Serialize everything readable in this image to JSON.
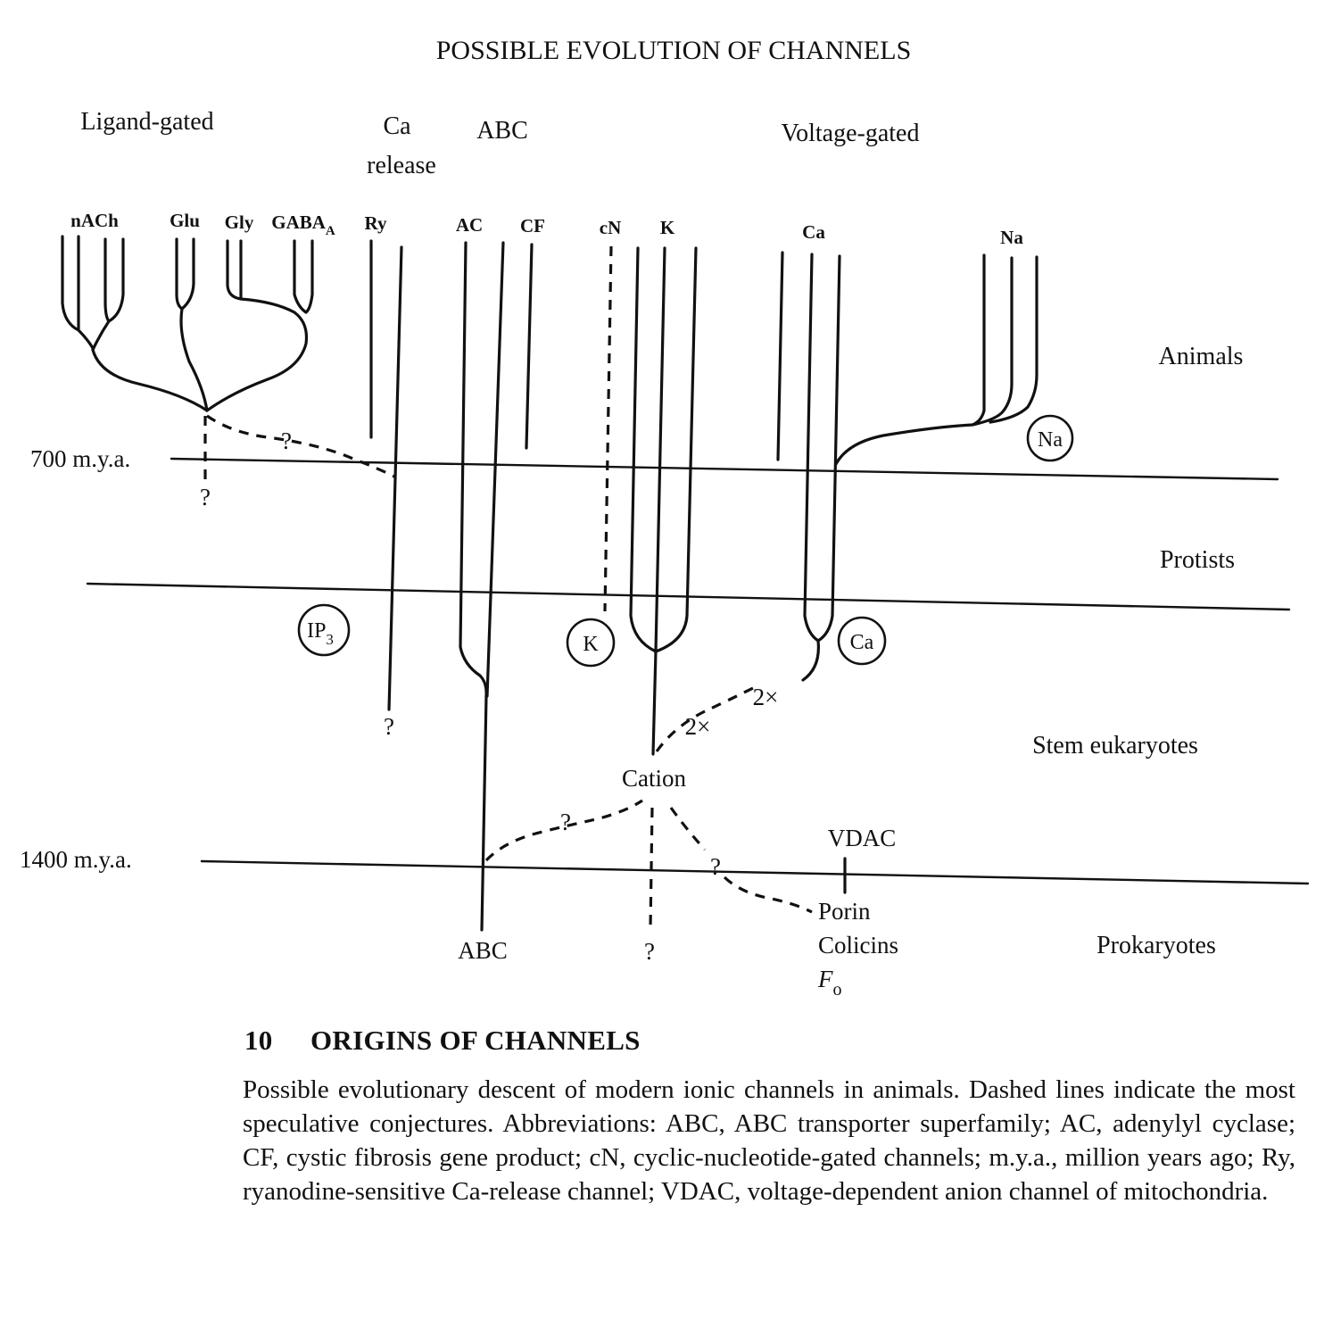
{
  "title": "POSSIBLE EVOLUTION OF CHANNELS",
  "groups": {
    "ligand": "Ligand-gated",
    "ca_release_1": "Ca",
    "ca_release_2": "release",
    "abc": "ABC",
    "voltage": "Voltage-gated"
  },
  "leaves": {
    "nach": "nACh",
    "glu": "Glu",
    "gly": "Gly",
    "gaba": "GABA",
    "gaba_sub": "A",
    "ry": "Ry",
    "ac": "AC",
    "cf": "CF",
    "cn": "cN",
    "k": "K",
    "ca": "Ca",
    "na": "Na"
  },
  "eras": {
    "animals": "Animals",
    "protists": "Protists",
    "stem": "Stem eukaryotes",
    "prokaryotes": "Prokaryotes"
  },
  "time_marks": {
    "m700": "700 m.y.a.",
    "m1400": "1400 m.y.a."
  },
  "circled": {
    "na": "Na",
    "ip3": "IP",
    "ip3_sub": "3",
    "k": "K",
    "ca": "Ca"
  },
  "nodes": {
    "cation": "Cation",
    "two_x_upper": "2×",
    "two_x_lower": "2×",
    "abc_root": "ABC",
    "vdac": "VDAC",
    "porin": "Porin",
    "colicins": "Colicins",
    "fo": "F",
    "fo_sub": "o",
    "question": "?"
  },
  "caption": {
    "number": "10",
    "heading": "ORIGINS OF CHANNELS",
    "body": "Possible evolutionary descent of modern ionic channels in animals. Dashed lines indicate the most speculative conjectures. Abbreviations: ABC, ABC transporter superfamily; AC, adenylyl cyclase; CF, cystic fibrosis gene product; cN, cyclic-nucleotide-gated channels; m.y.a., million years ago; Ry, ryanodine-sensitive Ca-release channel; VDAC, voltage-dependent anion channel of mitochondria."
  }
}
